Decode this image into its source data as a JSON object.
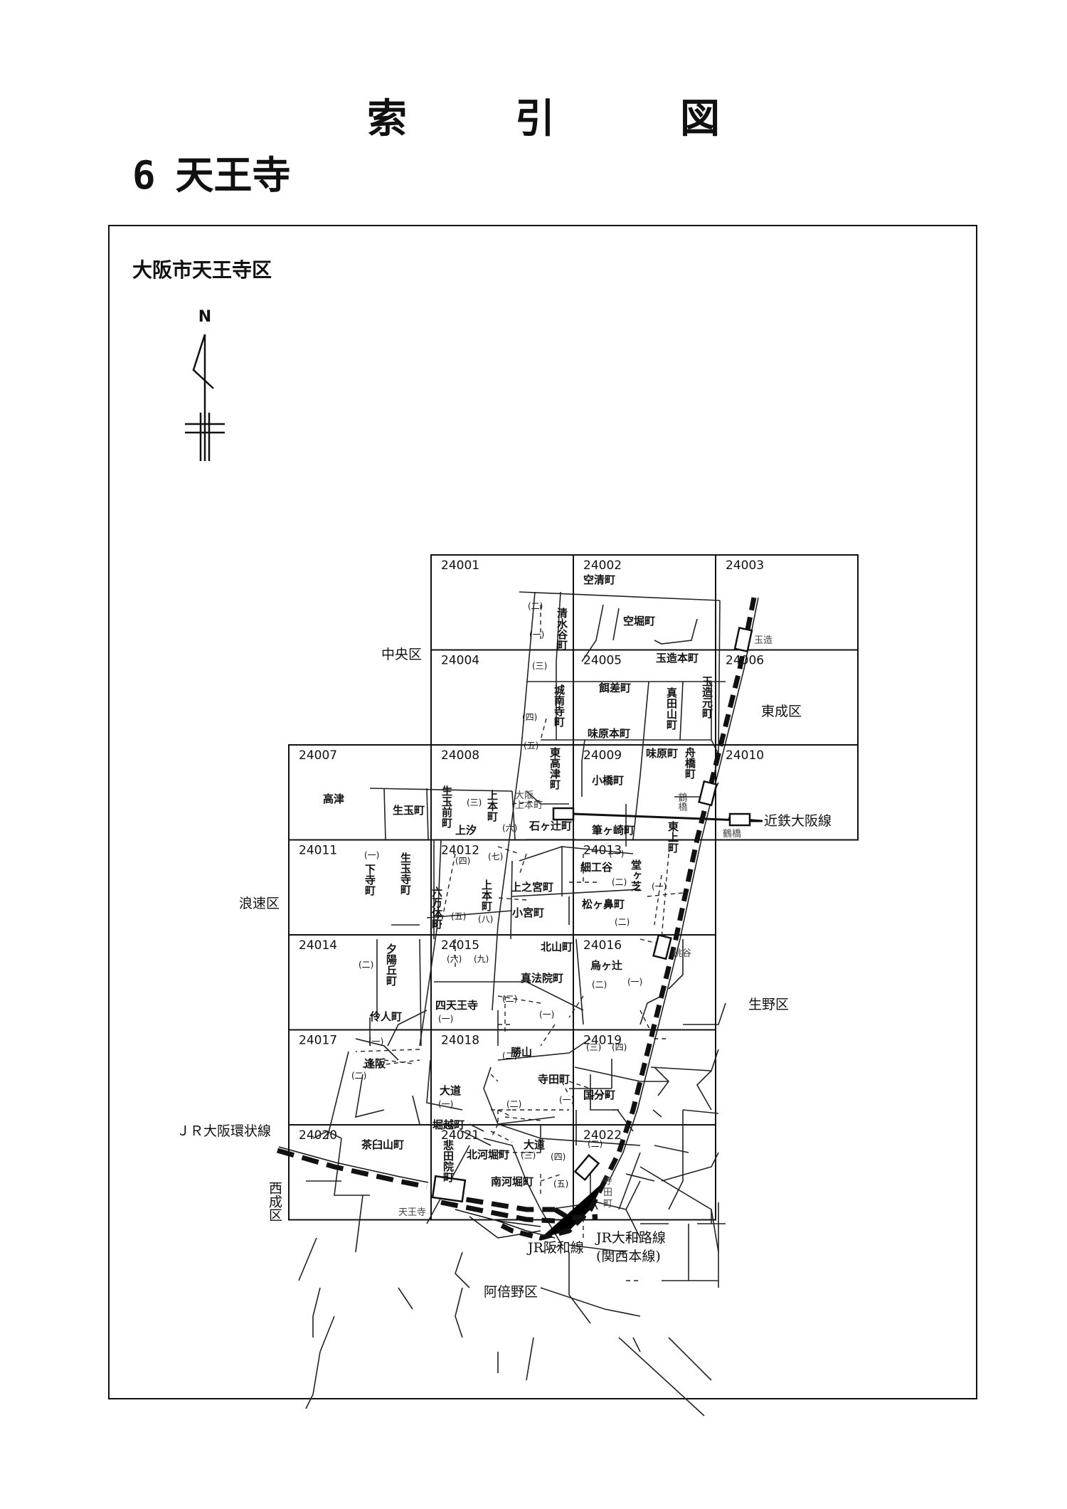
{
  "title": {
    "char1": "索",
    "char2": "引",
    "char3": "図"
  },
  "subtitle": {
    "number": "6",
    "name": "天王寺"
  },
  "region_label": "大阪市天王寺区",
  "north_arrow": {
    "letter": "N",
    "icon": "north-arrow-icon"
  },
  "grid_cells": [
    {
      "code": "24001",
      "col": 1,
      "row": 0
    },
    {
      "code": "24002",
      "col": 2,
      "row": 0
    },
    {
      "code": "24003",
      "col": 3,
      "row": 0
    },
    {
      "code": "24004",
      "col": 1,
      "row": 1
    },
    {
      "code": "24005",
      "col": 2,
      "row": 1
    },
    {
      "code": "24006",
      "col": 3,
      "row": 1
    },
    {
      "code": "24007",
      "col": 0,
      "row": 2
    },
    {
      "code": "24008",
      "col": 1,
      "row": 2
    },
    {
      "code": "24009",
      "col": 2,
      "row": 2
    },
    {
      "code": "24010",
      "col": 3,
      "row": 2
    },
    {
      "code": "24011",
      "col": 0,
      "row": 3
    },
    {
      "code": "24012",
      "col": 1,
      "row": 3
    },
    {
      "code": "24013",
      "col": 2,
      "row": 3
    },
    {
      "code": "24014",
      "col": 0,
      "row": 4
    },
    {
      "code": "24015",
      "col": 1,
      "row": 4
    },
    {
      "code": "24016",
      "col": 2,
      "row": 4
    },
    {
      "code": "24017",
      "col": 0,
      "row": 5
    },
    {
      "code": "24018",
      "col": 1,
      "row": 5
    },
    {
      "code": "24019",
      "col": 2,
      "row": 5
    },
    {
      "code": "24020",
      "col": 0,
      "row": 6
    },
    {
      "code": "24021",
      "col": 1,
      "row": 6
    },
    {
      "code": "24022",
      "col": 2,
      "row": 6
    }
  ],
  "wards": {
    "chuo": "中央区",
    "higashinari": "東成区",
    "naniwa": "浪速区",
    "ikuno": "生野区",
    "nishinari": "西成区",
    "abeno": "阿倍野区"
  },
  "rail_lines": {
    "kintetsu_osaka": "近鉄大阪線",
    "jr_loop": "ＪＲ大阪環状線",
    "jr_hanwa": "JR阪和線",
    "jr_yamatoji": "JR大和路線",
    "kansai_main": "(関西本線)"
  },
  "stations": {
    "tamatsukuri": "玉造",
    "tsuruhashi_jr": "鶴橋",
    "tsuruhashi_kintetsu": "鶴橋",
    "momodani": "桃谷",
    "uehommachi_1": "大阪",
    "uehommachi_2": "上本町",
    "tennoji": "天王寺",
    "teradacho_1": "寺",
    "teradacho_2": "田",
    "teradacho_3": "町"
  },
  "towns": {
    "kiyomizudani": "清水谷町",
    "karahori": "空堀町",
    "karakiyo": "空清町",
    "tamatsukurihon": "玉造本町",
    "tamatsukurimoto": "玉造元町",
    "jonanji": "城南寺町",
    "esashi": "餌差町",
    "sanadayama": "真田山町",
    "ajiharahon": "味原本町",
    "ajihara": "味原町",
    "higashikozu": "東高津町",
    "kobashi": "小橋町",
    "funahashi": "舟橋町",
    "kozu": "高津",
    "ikutama": "生玉町",
    "ikutamamae": "生玉前町",
    "uehonmachi_a": "上本町",
    "ueshio": "上汐",
    "ishigatsuji": "石ヶ辻町",
    "fudegasaki": "筆ヶ崎町",
    "higashiue": "東上町",
    "shitadera": "下寺町",
    "ikutamadera": "生玉寺町",
    "rokumantai": "六万体町",
    "uehonmachi_b": "上本町",
    "uenomiya": "上之宮町",
    "komiya": "小宮町",
    "hosokudani": "細工谷",
    "dogashiba": "堂ヶ芝",
    "matsugahana": "松ヶ鼻町",
    "yuhigaoka": "夕陽丘町",
    "kitayama": "北山町",
    "shinpoin": "真法院町",
    "karasugatsuji": "烏ヶ辻",
    "shitennoji": "四天王寺",
    "ijin": "伶人町",
    "ohsaka": "逢阪",
    "katsuyama": "勝山",
    "teradacho": "寺田町",
    "daido": "大道",
    "kokubu": "国分町",
    "horikoshi": "堀越町",
    "chausuyama": "茶臼山町",
    "hiden_in": "悲田院町",
    "kitakawahori": "北河堀町",
    "daido_2": "大道",
    "minamikawahori": "南河堀町"
  },
  "subs": {
    "c1": "(三)",
    "c2": "(四)",
    "c3": "(五)",
    "c4": "(三)",
    "c5": "(六)",
    "c6": "(七)",
    "c7": "(四)",
    "c8": "(五)",
    "c9": "(八)",
    "c10": "(一)",
    "c11": "(二)",
    "c12": "(一)",
    "c13": "(二)",
    "c14": "(六)",
    "c15": "(九)",
    "c16": "(二)",
    "c17": "(一)",
    "c18": "(二)",
    "c19": "(一)",
    "c20": "(一)",
    "c21": "(二)",
    "c22": "(一)",
    "c23": "(二)",
    "c24": "(三)",
    "c25": "(四)",
    "c26": "(一)",
    "c27": "(二)",
    "c28": "(一)",
    "c29": "(三)",
    "c30": "(四)",
    "c31": "(五)",
    "c32": "(二)",
    "c33": "(一)",
    "c34": "(二)",
    "c35": "(二)",
    "c36": "(一)"
  }
}
